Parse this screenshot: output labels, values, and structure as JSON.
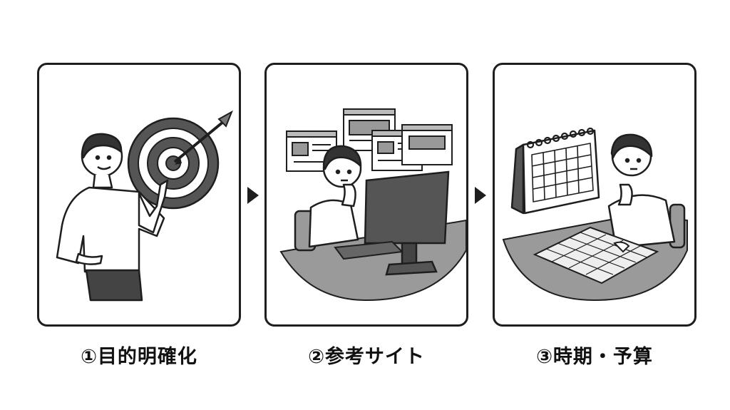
{
  "steps": [
    {
      "label": "①目的明確化",
      "illustration": "target-icon"
    },
    {
      "label": "②参考サイト",
      "illustration": "website-windows-icon"
    },
    {
      "label": "③時期・予算",
      "illustration": "calendar-icon"
    }
  ],
  "connector_icon": "triangle-arrow-right-icon",
  "colors": {
    "stroke": "#1e1e1e",
    "fill_dark": "#555555",
    "fill_mid": "#9a9a9a",
    "fill_light": "#e9e9e9",
    "background": "#ffffff"
  }
}
